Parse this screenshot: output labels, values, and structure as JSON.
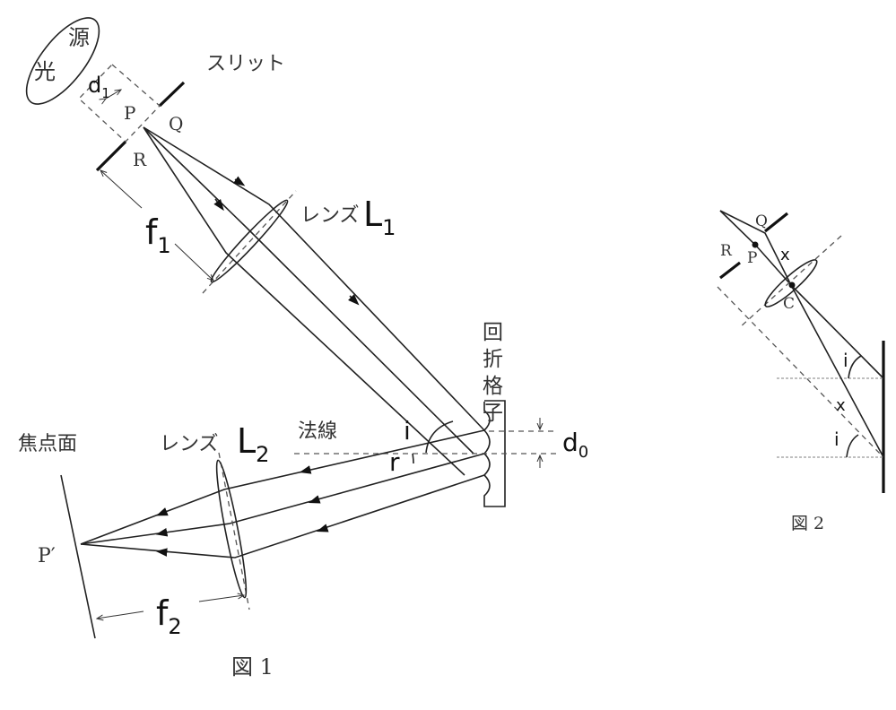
{
  "figure1": {
    "light_source": [
      "源",
      "光"
    ],
    "slit_label": "スリット",
    "d1": {
      "main": "d",
      "sub": "1"
    },
    "P": "P",
    "Q": "Q",
    "R": "R",
    "f1": {
      "main": "f",
      "sub": "1"
    },
    "lens1": {
      "text": "レンズ",
      "main": "L",
      "sub": "1"
    },
    "grating": [
      "回",
      "折",
      "格",
      "子"
    ],
    "normal_label": "法線",
    "i": "i",
    "r": "r",
    "d0": {
      "main": "d",
      "sub": "0"
    },
    "focal_plane": "焦点面",
    "lens2": {
      "text": "レンズ",
      "main": "L",
      "sub": "2"
    },
    "P_prime": "P′",
    "f2": {
      "main": "f",
      "sub": "2"
    },
    "caption": "図 1"
  },
  "figure2": {
    "Q": "Q",
    "R": "R",
    "P": "P",
    "C": "C",
    "x1": "x",
    "x2": "x",
    "i1": "i",
    "i2": "i",
    "caption": "図 2"
  }
}
